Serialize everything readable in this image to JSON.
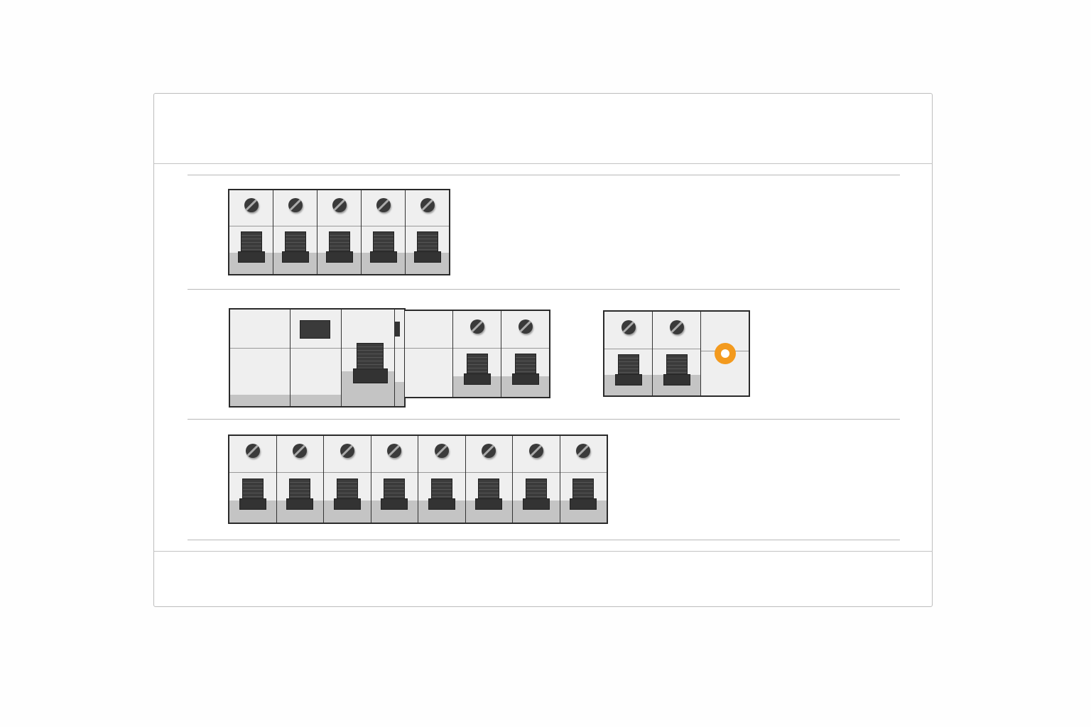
{
  "diagram": {
    "type": "distribution-panel",
    "rows": [
      {
        "breakers": 5
      },
      {
        "groups": [
          {
            "modules": [
              "blank",
              "indicator",
              "main-switch",
              "side-tab"
            ]
          },
          {
            "modules": [
              "blank",
              "breaker",
              "breaker"
            ]
          },
          {
            "modules": [
              "breaker",
              "breaker",
              "indicator-light"
            ]
          }
        ]
      },
      {
        "breakers": 8
      }
    ],
    "colors": {
      "module": "#efefef",
      "module_shade": "#c4c4c4",
      "toggle": "#333333",
      "outline": "#2a2a2a",
      "indicator_light": "#f39a1e"
    }
  }
}
